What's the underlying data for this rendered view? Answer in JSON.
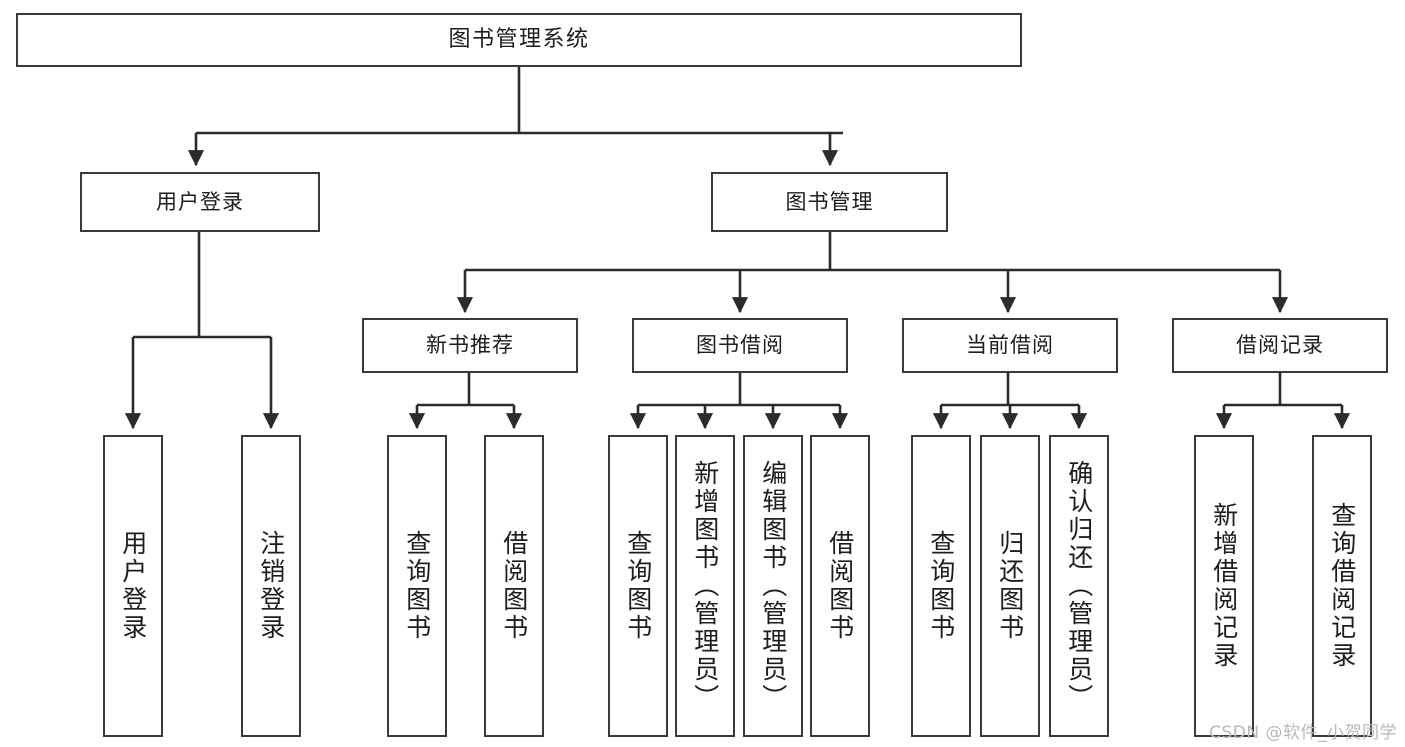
{
  "diagram": {
    "title": "图书管理系统",
    "type": "tree",
    "watermark": "CSDN @软件_小贺同学",
    "colors": {
      "box_border": "#3a3a3a",
      "box_fill": "#ffffff",
      "edge": "#2b2b2b",
      "text": "#1d1d1d",
      "watermark": "#b9b9b9",
      "background": "#ffffff"
    },
    "root": {
      "label": "图书管理系统"
    },
    "level2": [
      {
        "label": "用户登录"
      },
      {
        "label": "图书管理"
      }
    ],
    "level3": [
      {
        "label": "新书推荐"
      },
      {
        "label": "图书借阅"
      },
      {
        "label": "当前借阅"
      },
      {
        "label": "借阅记录"
      }
    ],
    "leaves": {
      "user_login": [
        {
          "label": "用户登录"
        },
        {
          "label": "注销登录"
        }
      ],
      "new_book_recommend": [
        {
          "label": "查询图书"
        },
        {
          "label": "借阅图书"
        }
      ],
      "book_borrow": [
        {
          "label": "查询图书"
        },
        {
          "label": "新增图书（管理员）"
        },
        {
          "label": "编辑图书（管理员）"
        },
        {
          "label": "借阅图书"
        }
      ],
      "current_borrow": [
        {
          "label": "查询图书"
        },
        {
          "label": "归还图书"
        },
        {
          "label": "确认归还（管理员）"
        }
      ],
      "borrow_record": [
        {
          "label": "新增借阅记录"
        },
        {
          "label": "查询借阅记录"
        }
      ]
    }
  }
}
